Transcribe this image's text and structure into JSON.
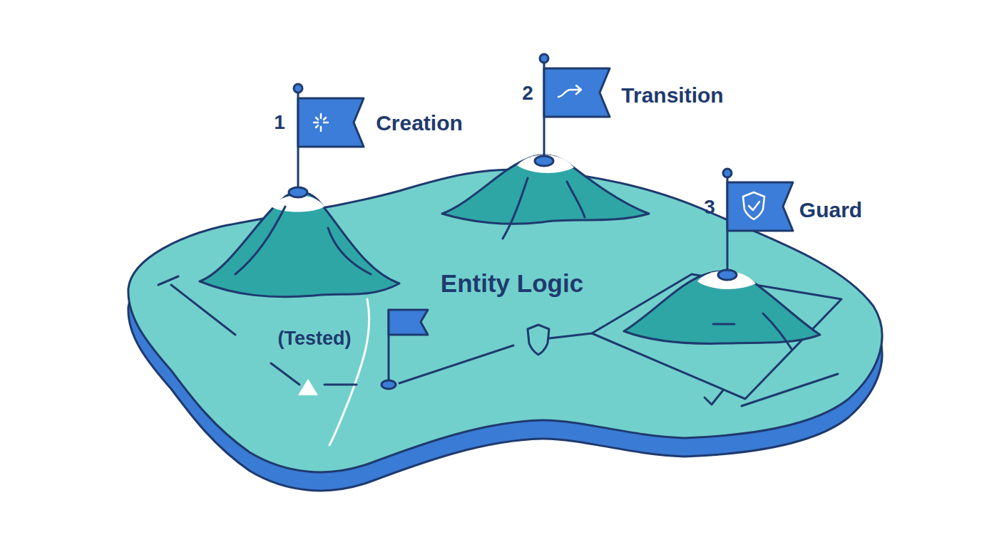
{
  "diagram": {
    "labels": [
      "1",
      "Creation",
      "2",
      "Transition",
      "3",
      "Guard",
      "Entity Logic",
      "(Tested)"
    ]
  }
}
